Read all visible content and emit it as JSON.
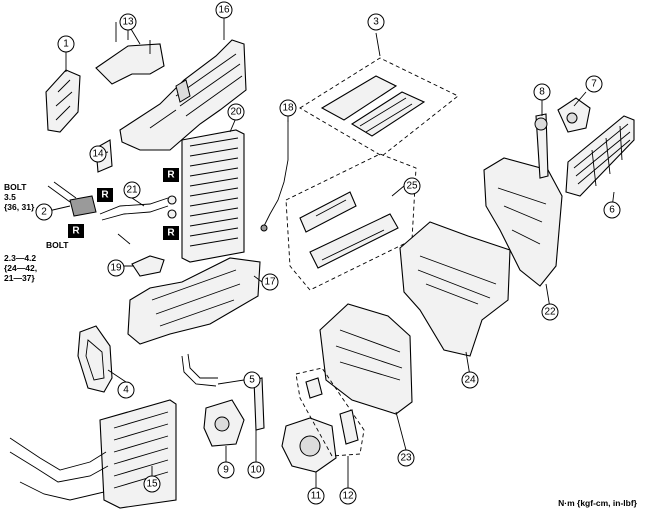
{
  "callouts": [
    "1",
    "2",
    "3",
    "4",
    "5",
    "6",
    "7",
    "8",
    "9",
    "10",
    "11",
    "12",
    "13",
    "14",
    "15",
    "16",
    "17",
    "18",
    "19",
    "20",
    "21",
    "22",
    "23",
    "24",
    "25"
  ],
  "replace_mark": "R",
  "torque_a": {
    "label": "BOLT",
    "value": "3.5",
    "alt": "{36, 31}"
  },
  "torque_b": {
    "label": "BOLT",
    "value": "2.3—4.2",
    "alt1": "{24—42,",
    "alt2": "21—37}"
  },
  "unit_legend": "N·m {kgf-cm, in-lbf}"
}
